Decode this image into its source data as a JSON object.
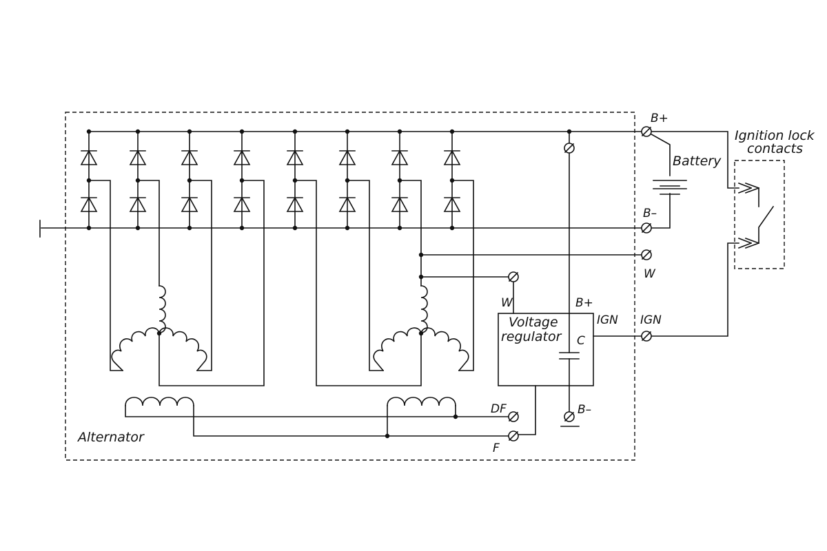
{
  "labels": {
    "alternator": "Alternator",
    "voltage_regulator_line1": "Voltage",
    "voltage_regulator_line2": "regulator",
    "battery": "Battery",
    "ignition_line1": "Ignition lock",
    "ignition_line2": "contacts",
    "b_plus_top": "B+",
    "b_minus_right": "B–",
    "w_right": "W",
    "ign_right": "IGN",
    "w_regulator": "W",
    "b_plus_regulator": "B+",
    "ign_regulator": "IGN",
    "c_capacitor": "C",
    "df_terminal": "DF",
    "f_terminal": "F",
    "b_minus_ground": "B–"
  }
}
